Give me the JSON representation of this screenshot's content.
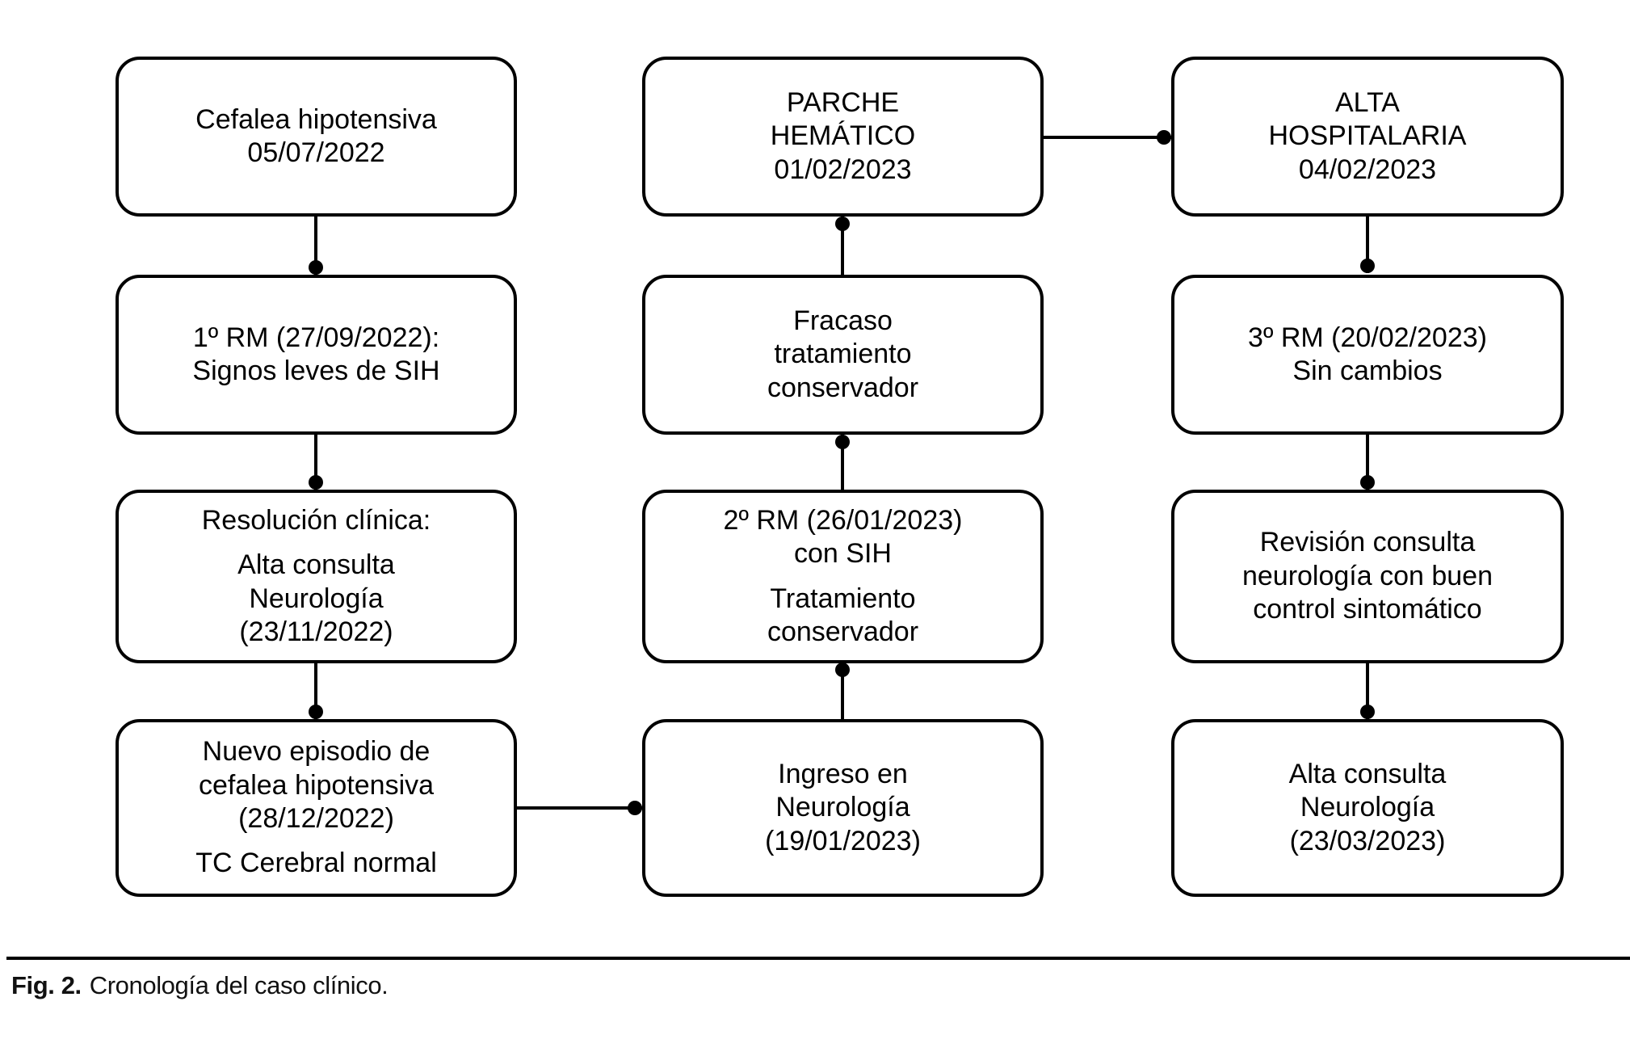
{
  "caption": {
    "label": "Fig. 2.",
    "text": "Cronología del caso clínico."
  },
  "colors": {
    "line": "#000000",
    "background": "#ffffff",
    "text": "#000000"
  },
  "boxes": {
    "c1r1": [
      [
        "Cefalea hipotensiva",
        "05/07/2022"
      ]
    ],
    "c1r2": [
      [
        "1º RM (27/09/2022):",
        "Signos leves de SIH"
      ]
    ],
    "c1r3": [
      [
        "Resolución clínica:"
      ],
      [
        "Alta consulta",
        "Neurología",
        "(23/11/2022)"
      ]
    ],
    "c1r4": [
      [
        "Nuevo episodio de",
        "cefalea hipotensiva",
        "(28/12/2022)"
      ],
      [
        "TC Cerebral normal"
      ]
    ],
    "c2r1": [
      [
        "PARCHE",
        "HEMÁTICO",
        "01/02/2023"
      ]
    ],
    "c2r2": [
      [
        "Fracaso",
        "tratamiento",
        "conservador"
      ]
    ],
    "c2r3": [
      [
        "2º RM (26/01/2023)",
        "con SIH"
      ],
      [
        "Tratamiento",
        "conservador"
      ]
    ],
    "c2r4": [
      [
        "Ingreso en",
        "Neurología",
        "(19/01/2023)"
      ]
    ],
    "c3r1": [
      [
        "ALTA",
        "HOSPITALARIA",
        "04/02/2023"
      ]
    ],
    "c3r2": [
      [
        "3º RM (20/02/2023)",
        "Sin cambios"
      ]
    ],
    "c3r3": [
      [
        "Revisión consulta",
        "neurología con buen",
        "control sintomático"
      ]
    ],
    "c3r4": [
      [
        "Alta consulta",
        "Neurología",
        "(23/03/2023)"
      ]
    ]
  }
}
